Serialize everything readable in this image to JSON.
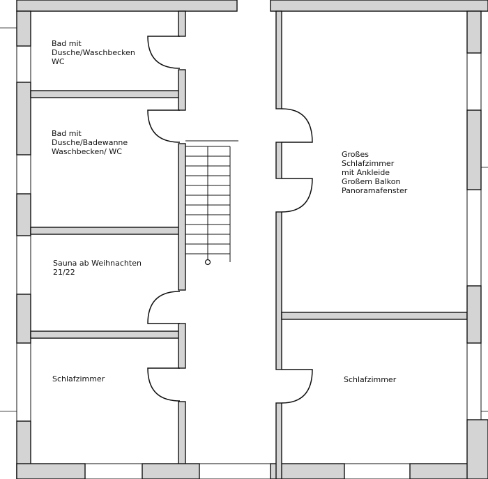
{
  "rooms": {
    "bad_wc": "Bad mit\nDusche/Waschbecken\nWC",
    "bad_wanne": "Bad mit\nDusche/Badewanne\nWaschbecken/ WC",
    "sauna": "Sauna ab Weihnachten\n21/22",
    "schlafzimmer_left": "Schlafzimmer",
    "master": "Großes\nSchlafzimmer\nmit Ankleide\nGroßem Balkon\nPanoramafenster",
    "schlafzimmer_right": "Schlafzimmer"
  },
  "colors": {
    "wall_fill": "#d4d4d4",
    "wall_stroke": "#111111",
    "line": "#111111",
    "background": "#ffffff"
  }
}
